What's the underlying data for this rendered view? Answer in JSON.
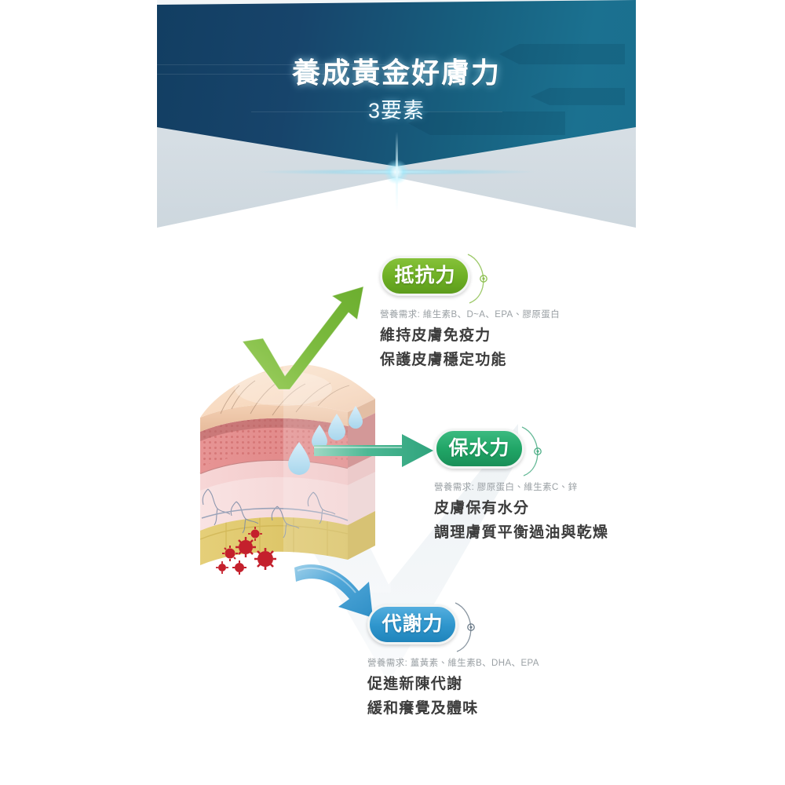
{
  "header": {
    "title": "養成黃金好膚力",
    "subtitle": "3要素",
    "colors": {
      "dark_navy": "#17446b",
      "teal": "#1a6e8e",
      "pale_band": "#d7dfe5"
    }
  },
  "illustration": {
    "name": "skin-cross-section",
    "layers": [
      {
        "name": "epidermis",
        "color": "#f7ddc4"
      },
      {
        "name": "dermis-papillary",
        "color": "#e99a9a"
      },
      {
        "name": "dermis-reticular",
        "color": "#f2c3c3"
      },
      {
        "name": "vascular-layer",
        "color": "#f6dede"
      },
      {
        "name": "subcutaneous-fat",
        "color": "#e0c76a"
      }
    ],
    "elements": [
      {
        "name": "water-droplets",
        "color": "#a8d8ef",
        "count": 4
      },
      {
        "name": "bacteria-cells",
        "color": "#c4202c",
        "count": 6
      },
      {
        "name": "blood-vessels",
        "color": "#6a7a96"
      }
    ]
  },
  "arrows": [
    {
      "name": "arrow-resistance",
      "color": "#7cbb3f",
      "style": "check-rising"
    },
    {
      "name": "arrow-hydration",
      "color": "#3aab85",
      "style": "straight-right"
    },
    {
      "name": "arrow-metabolism",
      "color": "#3f9fd6",
      "style": "curved-down-right"
    }
  ],
  "blocks": [
    {
      "id": "resistance",
      "badge_label": "抵抗力",
      "badge_color": "#6eb024",
      "nutrients": "營養需求: 維生素B、D~A、EPA、膠原蛋白",
      "descriptions": [
        "維持皮膚免疫力",
        "保護皮膚穩定功能"
      ]
    },
    {
      "id": "hydration",
      "badge_label": "保水力",
      "badge_color": "#20a566",
      "nutrients": "營養需求: 膠原蛋白、維生素C、鋅",
      "descriptions": [
        "皮膚保有水分",
        "調理膚質平衡過油與乾燥"
      ]
    },
    {
      "id": "metabolism",
      "badge_label": "代謝力",
      "badge_color": "#2f96cd",
      "nutrients": "營養需求: 薑黃素、維生素B、DHA、EPA",
      "descriptions": [
        "促進新陳代謝",
        "緩和癢覺及體味"
      ]
    }
  ]
}
